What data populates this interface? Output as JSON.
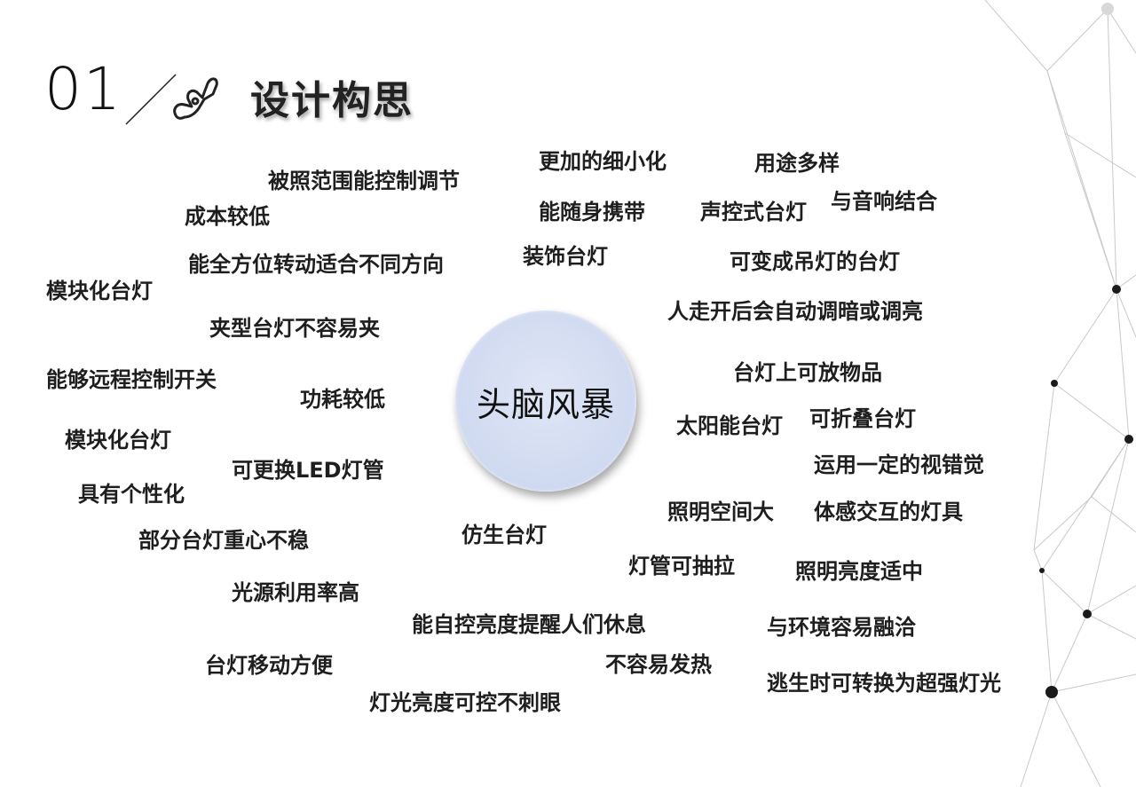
{
  "header": {
    "number": "01",
    "title": "设计构思"
  },
  "center": {
    "label": "头脑风暴"
  },
  "ideas": [
    "被照范围能控制调节",
    "更加的细小化",
    "用途多样",
    "成本较低",
    "能随身携带",
    "声控式台灯",
    "与音响结合",
    "能全方位转动适合不同方向",
    "装饰台灯",
    "可变成吊灯的台灯",
    "模块化台灯",
    "人走开后会自动调暗或调亮",
    "夹型台灯不容易夹",
    "能够远程控制开关",
    "台灯上可放物品",
    "功耗较低",
    "太阳能台灯",
    "可折叠台灯",
    "模块化台灯",
    "可更换LED灯管",
    "运用一定的视错觉",
    "具有个性化",
    "照明空间大",
    "体感交互的灯具",
    "部分台灯重心不稳",
    "仿生台灯",
    "灯管可抽拉",
    "照明亮度适中",
    "光源利用率高",
    "能自控亮度提醒人们休息",
    "与环境容易融洽",
    "台灯移动方便",
    "不容易发热",
    "逃生时可转换为超强灯光",
    "灯光亮度可控不刺眼"
  ],
  "icons": {
    "header": "bow-tie-icon"
  },
  "colors": {
    "circle": "#d3dcf1",
    "text": "#1e1e1e",
    "network": "#bfbfbf"
  }
}
